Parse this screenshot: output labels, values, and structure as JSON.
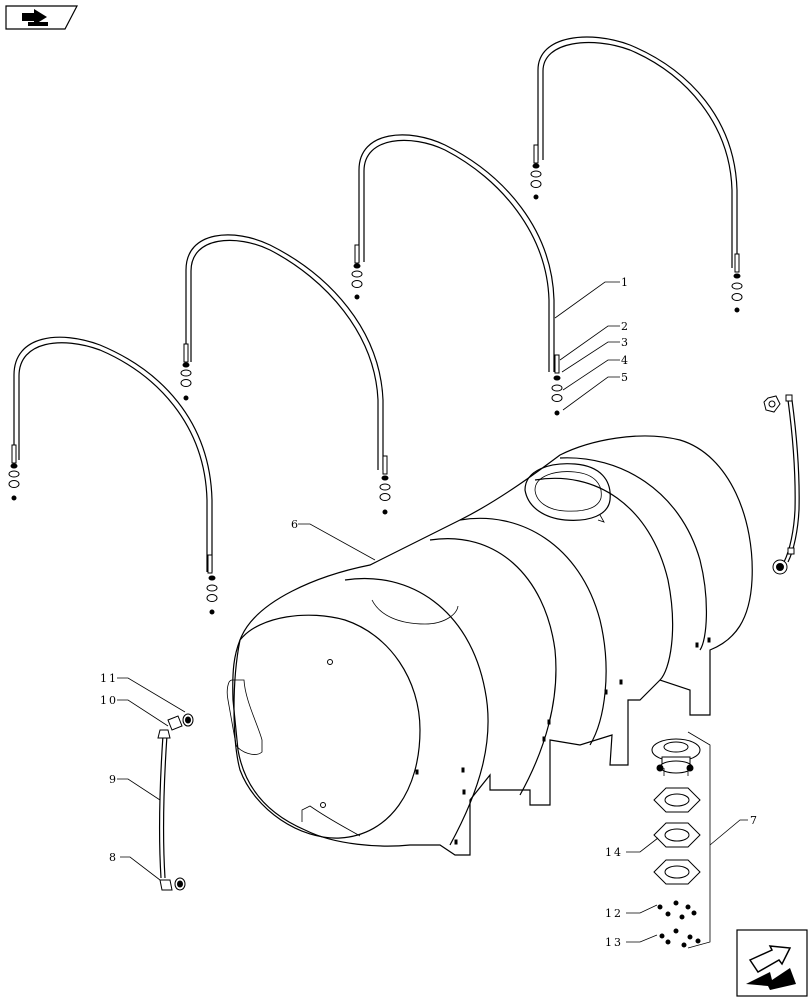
{
  "callouts": {
    "c1": "1",
    "c2": "2",
    "c3": "3",
    "c4": "4",
    "c5": "5",
    "c6": "6",
    "c7": "7",
    "c8": "8",
    "c9": "9",
    "c10": "10",
    "c11": "11",
    "c12": "12",
    "c13": "13",
    "c14": "14"
  },
  "icons": {
    "top_left": "book-arrow-icon",
    "bottom_right": "next-page-arrow-icon"
  }
}
